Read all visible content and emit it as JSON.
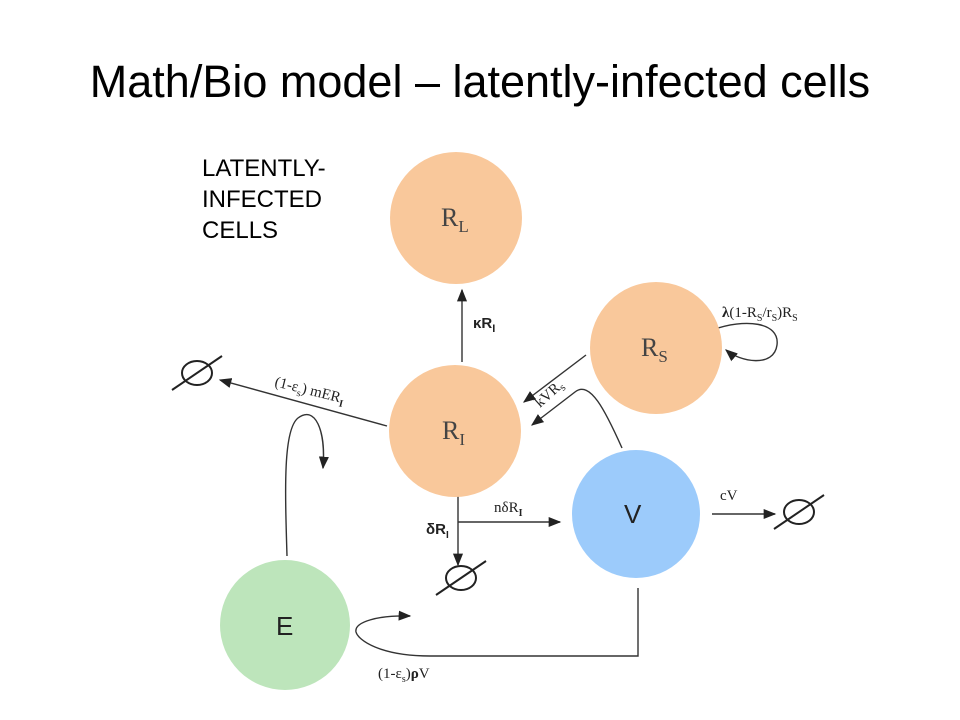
{
  "title": "Math/Bio model – latently-infected cells",
  "side_label": [
    "LATENTLY-",
    "INFECTED",
    "CELLS"
  ],
  "colors": {
    "orange": "#f9c89b",
    "blue": "#9ccbfb",
    "green": "#bde5bb"
  },
  "nodes": {
    "rl": {
      "main": "R",
      "sub": "L"
    },
    "rs": {
      "main": "R",
      "sub": "S"
    },
    "ri": {
      "main": "R",
      "sub": "I"
    },
    "v": {
      "main": "V"
    },
    "e": {
      "main": "E"
    }
  },
  "rates": {
    "kappa": {
      "sym": "κ",
      "main": "R",
      "sub": "I"
    },
    "kv": {
      "main": "kVR",
      "sub": "s"
    },
    "lambda": {
      "sym": "λ",
      "p1": "(1-R",
      "s1": "S",
      "p2": "/r",
      "s2": "S",
      "p3": ")R",
      "s3": "S"
    },
    "me": {
      "p1": "(1-",
      "eps": "ε",
      "s1": "s",
      "p2": ") mER",
      "s2": "I"
    },
    "ndelta": {
      "p1": "n",
      "delta": "δ",
      "p2": "R",
      "s": "I"
    },
    "delta": {
      "delta": "δ",
      "p": "R",
      "s": "I"
    },
    "cv": {
      "text": "cV"
    },
    "rho": {
      "p1": "(1-",
      "eps": "ε",
      "s1": "s",
      "p2": ")",
      "rho": "ρ",
      "p3": "V"
    }
  }
}
